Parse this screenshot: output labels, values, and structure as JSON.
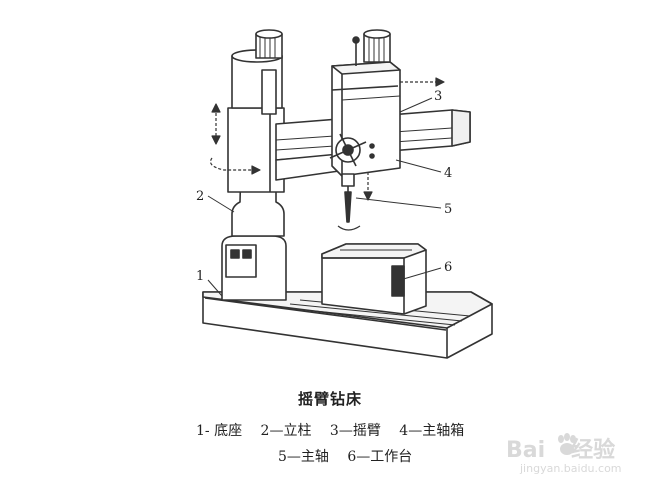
{
  "diagram": {
    "callouts": [
      "1",
      "2",
      "3",
      "4",
      "5",
      "6"
    ]
  },
  "title": "摇臂钻床",
  "legend": {
    "row1": [
      "1- 底座",
      "2—立柱",
      "3—摇臂",
      "4—主轴箱"
    ],
    "row2": [
      "5—主轴",
      "6—工作台"
    ]
  },
  "watermark": {
    "brand_left": "Bai",
    "brand_right": "经验",
    "url": "jingyan.baidu.com"
  },
  "colors": {
    "line": "#333333",
    "watermark": "#d9d9d9"
  }
}
